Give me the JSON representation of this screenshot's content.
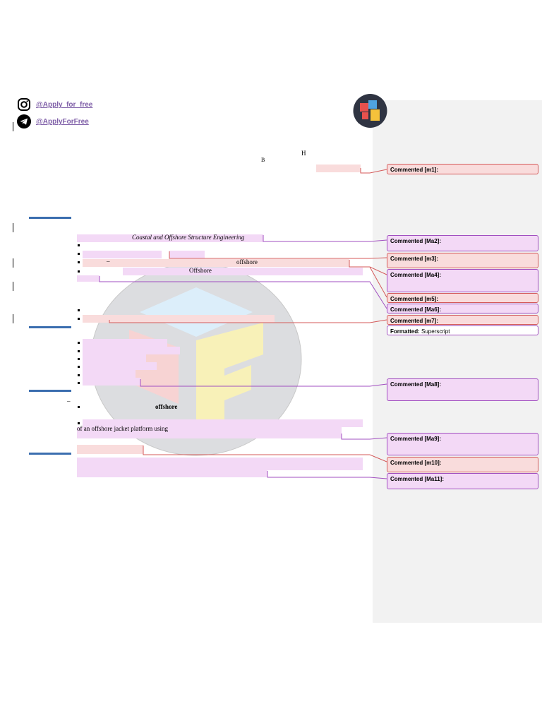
{
  "social": {
    "instagram": "@Apply_for_free",
    "telegram": "@ApplyForFree"
  },
  "header_letters": {
    "h": "H",
    "b": "B"
  },
  "document": {
    "course_title": "Coastal and Offshore Structure Engineering",
    "word_offshore_1": "offshore",
    "word_offshore_cap": "Offshore",
    "word_offshore_2": "offshore",
    "line_jacket": "of an offshore jacket platform using",
    "dash": "–"
  },
  "comments": [
    {
      "label": "Commented [m1]:",
      "kind": "red"
    },
    {
      "label": "Commented [Ma2]:",
      "kind": "purple"
    },
    {
      "label": "Commented [m3]:",
      "kind": "red"
    },
    {
      "label": "Commented [Ma4]:",
      "kind": "purple"
    },
    {
      "label": "Commented [m5]:",
      "kind": "red"
    },
    {
      "label": "Commented [Ma6]:",
      "kind": "purple"
    },
    {
      "label": "Commented [m7]:",
      "kind": "red"
    },
    {
      "label": "Formatted:",
      "detail": "Superscript",
      "kind": "white"
    },
    {
      "label": "Commented [Ma8]:",
      "kind": "purple"
    },
    {
      "label": "Commented [Ma9]:",
      "kind": "purple"
    },
    {
      "label": "Commented [m10]:",
      "kind": "red"
    },
    {
      "label": "Commented [Ma11]:",
      "kind": "purple"
    }
  ],
  "colors": {
    "comment_purple": "#a14fc0",
    "comment_red": "#d45a5a",
    "heading_blue": "#3b6eaf",
    "panel": "#f2f2f2"
  }
}
